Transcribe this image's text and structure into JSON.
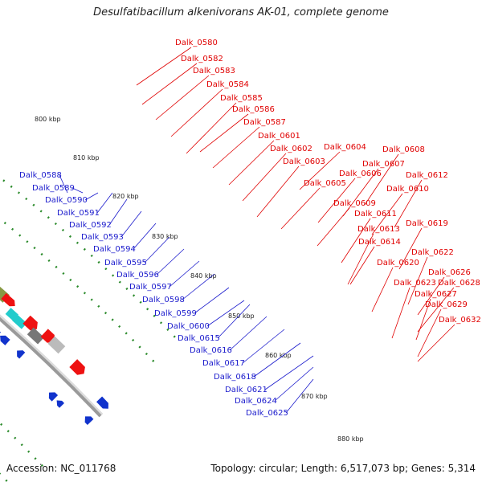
{
  "title": "Desulfatibacillum alkenivorans AK-01, complete genome",
  "footer": {
    "accession": "Accession: NC_011768",
    "topology": "Topology: circular; Length: 6,517,073 bp; Genes: 5,314"
  },
  "colors": {
    "forward_label": "#e00000",
    "reverse_label": "#1a1acc",
    "backbone": "#9a9a9a",
    "tick": "#2a8a2a"
  },
  "ticks": [
    "800 kbp",
    "810 kbp",
    "820 kbp",
    "830 kbp",
    "840 kbp",
    "850 kbp",
    "860 kbp",
    "870 kbp",
    "880 kbp"
  ],
  "forward_labels": [
    "Dalk_0580",
    "Dalk_0582",
    "Dalk_0583",
    "Dalk_0584",
    "Dalk_0585",
    "Dalk_0586",
    "Dalk_0587",
    "Dalk_0601",
    "Dalk_0602",
    "Dalk_0603",
    "Dalk_0604",
    "Dalk_0605",
    "Dalk_0606",
    "Dalk_0607",
    "Dalk_0608",
    "Dalk_0609",
    "Dalk_0610",
    "Dalk_0611",
    "Dalk_0612",
    "Dalk_0613",
    "Dalk_0614",
    "Dalk_0619",
    "Dalk_0620",
    "Dalk_0622",
    "Dalk_0623",
    "Dalk_0626",
    "Dalk_0627",
    "Dalk_0628",
    "Dalk_0629",
    "Dalk_0632"
  ],
  "reverse_labels": [
    "Dalk_0588",
    "Dalk_0589",
    "Dalk_0590",
    "Dalk_0591",
    "Dalk_0592",
    "Dalk_0593",
    "Dalk_0594",
    "Dalk_0595",
    "Dalk_0596",
    "Dalk_0597",
    "Dalk_0598",
    "Dalk_0599",
    "Dalk_0600",
    "Dalk_0615",
    "Dalk_0616",
    "Dalk_0617",
    "Dalk_0618",
    "Dalk_0621",
    "Dalk_0624",
    "Dalk_0625"
  ]
}
